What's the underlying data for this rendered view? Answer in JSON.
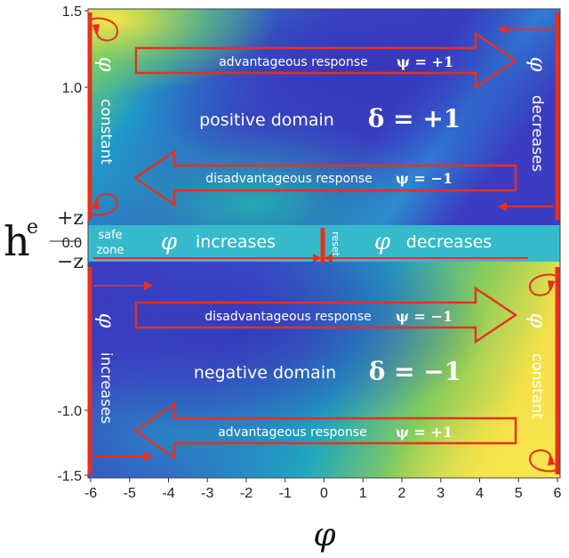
{
  "axes": {
    "x_symbol": "φ",
    "y_symbol": "h",
    "y_superscript": "e",
    "x_ticks": [
      "-6",
      "-5",
      "-4",
      "-3",
      "-2",
      "-1",
      "0",
      "1",
      "2",
      "3",
      "4",
      "5",
      "6"
    ],
    "y_ticks": [
      "1.5",
      "1.0",
      "-1.0",
      "-1.5"
    ],
    "y_band_labels": {
      "plus": "+z",
      "zero": "0.0",
      "minus": "−z"
    }
  },
  "regions": {
    "positive": {
      "label": "positive domain",
      "delta": "δ = +1"
    },
    "negative": {
      "label": "negative domain",
      "delta": "δ = −1"
    }
  },
  "arrows": {
    "top_right": {
      "text": "advantageous response",
      "psi": "ψ = +1"
    },
    "top_left": {
      "text": "disadvantageous response",
      "psi": "ψ = −1"
    },
    "bottom_right": {
      "text": "disadvantageous response",
      "psi": "ψ = −1"
    },
    "bottom_left": {
      "text": "advantageous response",
      "psi": "ψ = +1"
    }
  },
  "band": {
    "safe": "safe",
    "zone": "zone",
    "reset": "reset",
    "left": {
      "symbol": "φ",
      "text": "increases"
    },
    "right": {
      "symbol": "φ",
      "text": "decreases"
    }
  },
  "side_labels": {
    "top_left": {
      "symbol": "φ",
      "text": "constant"
    },
    "top_right": {
      "symbol": "φ",
      "text": "decreases"
    },
    "bottom_left": {
      "symbol": "φ",
      "text": "increases"
    },
    "bottom_right": {
      "symbol": "φ",
      "text": "constant"
    }
  },
  "colors": {
    "deep_blue": "#3b3ec8",
    "teal": "#1fb0b0",
    "yellow": "#f5e24a",
    "arrow_red": "#e8301e",
    "band": "#37b9cc"
  }
}
